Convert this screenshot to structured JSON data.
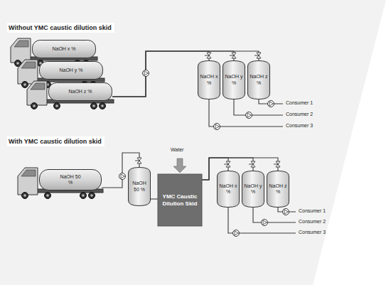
{
  "diagram": {
    "nodes": [
      {
        "text": [
          "NaOH x %"
        ]
      },
      {
        "text": [
          "NaOH y %"
        ]
      },
      {
        "text": [
          "NaOH z %"
        ]
      },
      {
        "text": [
          "NaOH x %"
        ]
      },
      {
        "text": [
          "NaOH y %"
        ]
      },
      {
        "text": [
          "NaOH z %"
        ]
      },
      {
        "text": [
          "NaOH 50 %"
        ]
      },
      {
        "text": [
          "NaOH 50 %"
        ]
      },
      {
        "text": [
          "YMC Caustic Dilution Skid"
        ]
      },
      {
        "text": [
          "NaOH x %"
        ]
      },
      {
        "text": [
          "NaOH y %"
        ]
      },
      {
        "text": [
          "NaOH z %"
        ]
      }
    ],
    "edges": [
      {
        "from": 2,
        "to": 3,
        "arrow": "none"
      },
      {
        "from": 2,
        "to": 4,
        "arrow": "none"
      },
      {
        "from": 2,
        "to": 5,
        "arrow": "none"
      },
      {
        "from": 6,
        "to": 7,
        "arrow": "none"
      },
      {
        "from": 7,
        "to": 8,
        "arrow": "none"
      },
      {
        "from": 8,
        "to": 9,
        "arrow": "none"
      },
      {
        "from": 8,
        "to": 10,
        "arrow": "none"
      },
      {
        "from": 8,
        "to": 11,
        "arrow": "none"
      }
    ],
    "labels": [
      "Without YMC caustic dilution skid",
      "Consumer 1",
      "Consumer 2",
      "Consumer 3",
      "With YMC caustic dilution skid",
      "Water",
      "Consumer 1",
      "Consumer 2",
      "Consumer 3"
    ]
  }
}
